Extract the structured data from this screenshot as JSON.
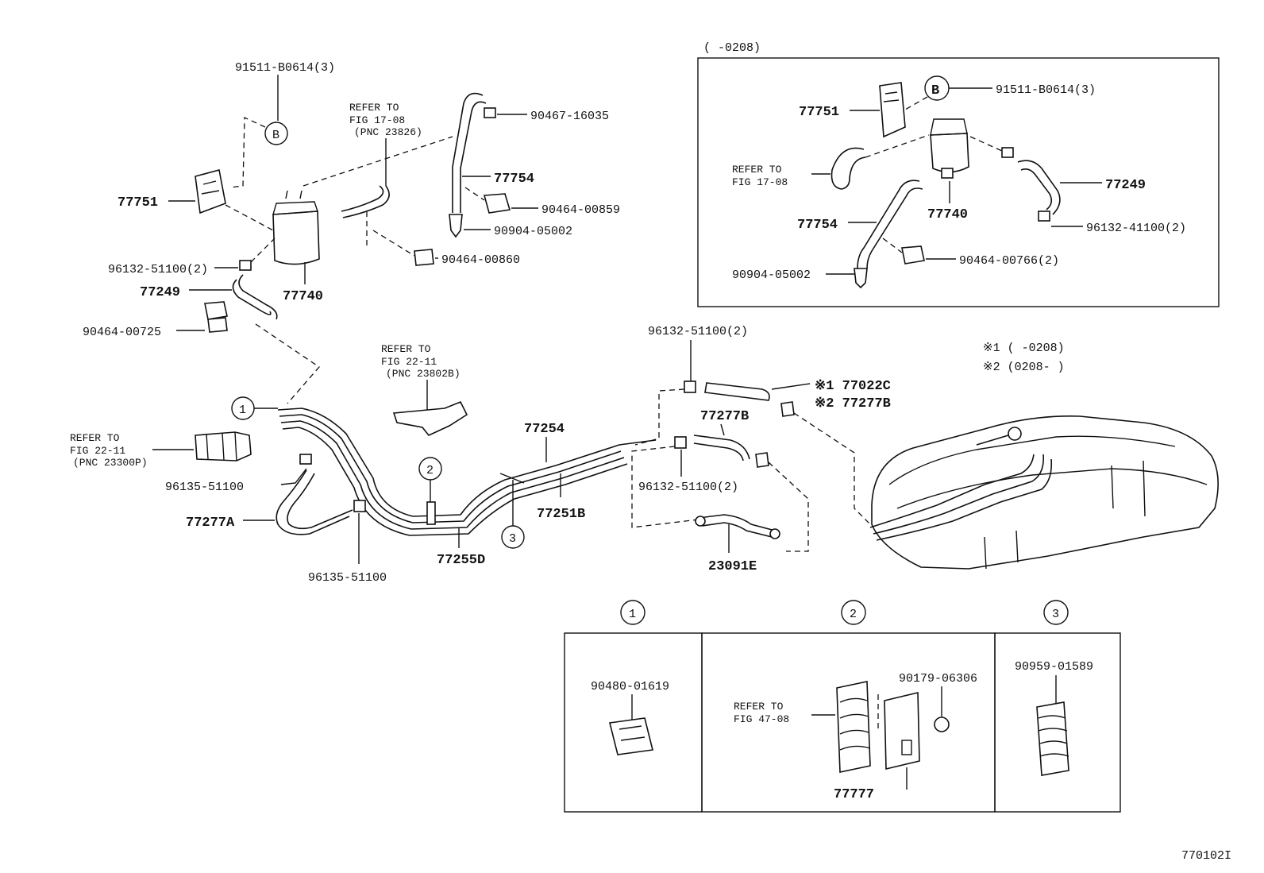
{
  "diagram_id": "770102I",
  "inset_range": "(      -0208)",
  "notes": {
    "n1": "※1 (      -0208)",
    "n2": "※2 (0208-      )"
  },
  "main_labels": {
    "p91511_b0614": "91511-B0614(3)",
    "b_circle": "B",
    "refer_1708_a": "REFER TO",
    "refer_1708_b": "FIG 17-08",
    "refer_1708_c": "(PNC 23826)",
    "p90467_16035": "90467-16035",
    "p77754": "77754",
    "p90464_00859": "90464-00859",
    "p90904_05002": "90904-05002",
    "p90464_00860": "90464-00860",
    "p77751": "77751",
    "p96132_51100_2_left": "96132-51100(2)",
    "p77249": "77249",
    "p77740": "77740",
    "p90464_00725": "90464-00725",
    "refer_2211_a": "REFER TO",
    "refer_2211_b": "FIG 22-11",
    "refer_2211_c": "(PNC 23802B)",
    "refer_2211p_a": "REFER TO",
    "refer_2211p_b": "FIG 22-11",
    "refer_2211p_c": "(PNC 23300P)",
    "c1": "1",
    "c2": "2",
    "c3": "3",
    "p96135_51100_a": "96135-51100",
    "p77277a": "77277A",
    "p96135_51100_b": "96135-51100",
    "p77255d": "77255D",
    "p77254": "77254",
    "p77251b": "77251B",
    "p96132_51100_2_top": "96132-51100(2)",
    "p77022c": "※1 77022C",
    "p77277b_n": "※2 77277B",
    "p77277b": "77277B",
    "p96132_51100_2_mid": "96132-51100(2)",
    "p23091e": "23091E"
  },
  "inset_labels": {
    "b_circle": "B",
    "p91511_b0614": "91511-B0614(3)",
    "p77751": "77751",
    "refer_a": "REFER TO",
    "refer_b": "FIG 17-08",
    "p77249": "77249",
    "p77754": "77754",
    "p77740": "77740",
    "p96132_41100": "96132-41100(2)",
    "p90464_00766": "90464-00766(2)",
    "p90904_05002": "90904-05002"
  },
  "detail_boxes": {
    "box1_circle": "1",
    "box2_circle": "2",
    "box3_circle": "3",
    "p90480_01619": "90480-01619",
    "p90179_06306": "90179-06306",
    "refer_a": "REFER TO",
    "refer_b": "FIG 47-08",
    "p77777": "77777",
    "p90959_01589": "90959-01589"
  }
}
